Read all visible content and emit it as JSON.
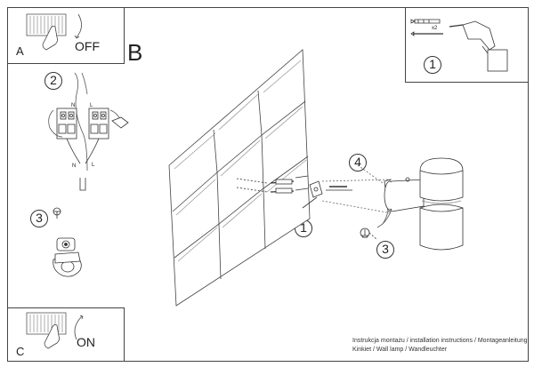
{
  "panels": {
    "a": {
      "letter": "A",
      "action": "OFF"
    },
    "c": {
      "letter": "C",
      "action": "ON"
    },
    "b": {
      "letter": "B"
    }
  },
  "steps": {
    "tools": "1",
    "wiring": "2",
    "ground_left": "3",
    "wall_plate": "1",
    "lamp_body": "4",
    "ground_right": "3"
  },
  "labels": {
    "neutral_top": "N",
    "live_top": "L",
    "neutral_bottom": "N",
    "live_bottom": "L",
    "screws_qty": "x2"
  },
  "caption": {
    "line1": "Instrukcja montażu / installation instructions / Montageanleitung",
    "line2": "Kinkiet / Wall lamp / Wandleuchter"
  }
}
